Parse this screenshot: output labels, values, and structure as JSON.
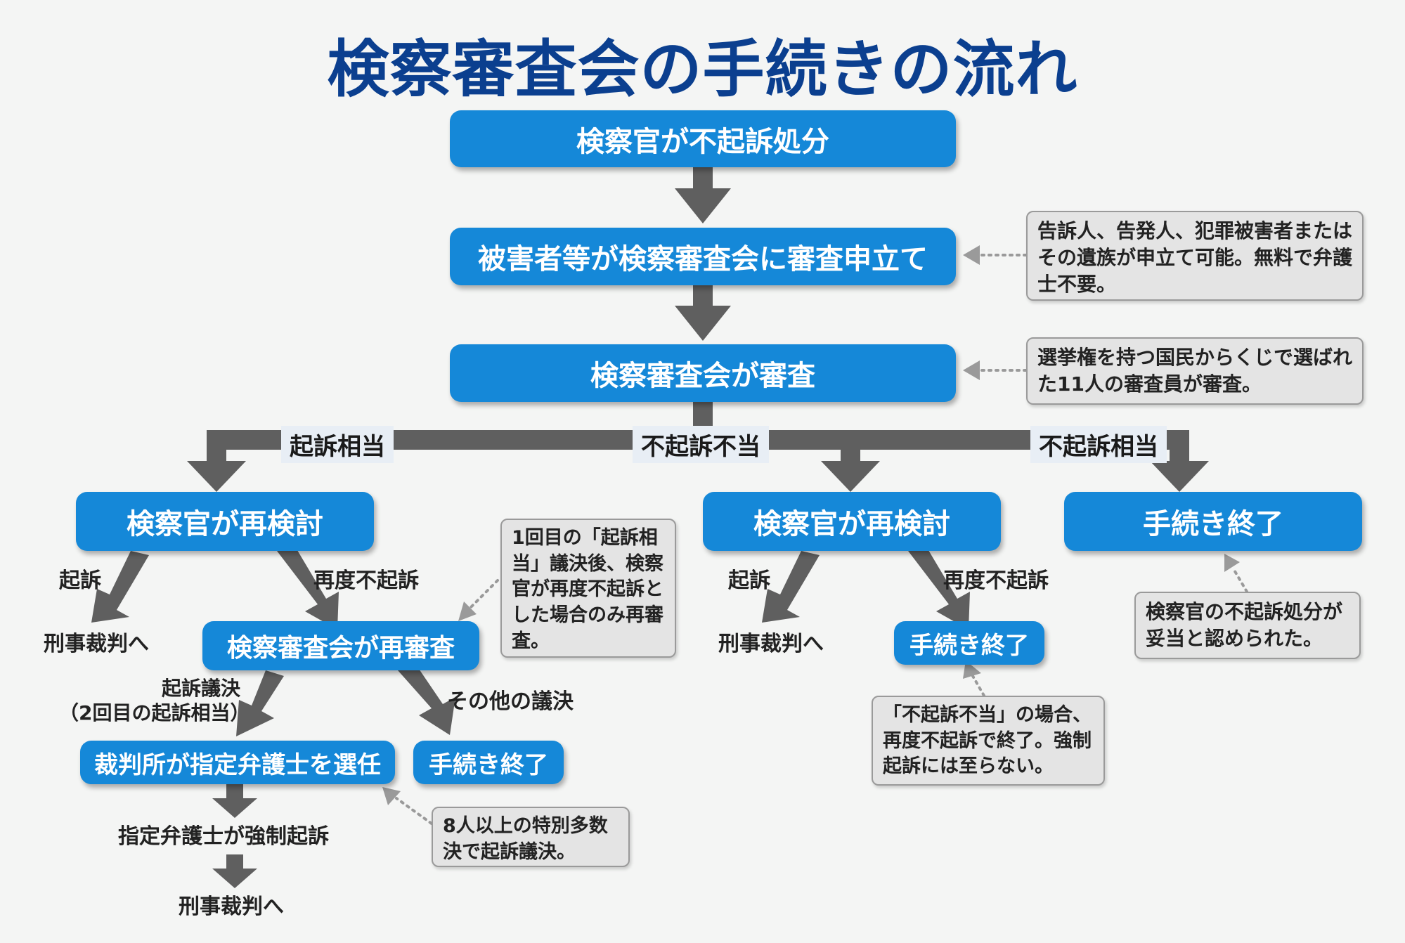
{
  "title": "検察審査会の手続きの流れ",
  "boxes": {
    "fukiso_shobun": "検察官が不起訴処分",
    "moshitate": "被害者等が検察審査会に審査申立て",
    "shinsa": "検察審査会が審査",
    "saikento_left": "検察官が再検討",
    "saikento_center": "検察官が再検討",
    "end_right": "手続き終了",
    "saishinsa": "検察審査会が再審査",
    "end_center": "手続き終了",
    "bengoshi_sennin": "裁判所が指定弁護士を選任",
    "end_left": "手続き終了"
  },
  "branches": {
    "kiso_soto": "起訴相当",
    "fukiso_futo": "不起訴不当",
    "fukiso_soto": "不起訴相当"
  },
  "labels": {
    "kiso_left": "起訴",
    "saido_left": "再度不起訴",
    "keiji_left": "刑事裁判へ",
    "kiso_center": "起訴",
    "saido_center": "再度不起訴",
    "keiji_center": "刑事裁判へ",
    "kiso_giketsu_line1": "起訴議決",
    "kiso_giketsu_line2": "（2回目の起訴相当）",
    "sonota_giketsu": "その他の議決",
    "kyosei_kiso": "指定弁護士が強制起訴",
    "keiji_bottom": "刑事裁判へ"
  },
  "notes": {
    "moshitate": "告訴人、告発人、犯罪被害者またはその遺族が申立て可能。無料で弁護士不要。",
    "shinsa": "選挙権を持つ国民からくじで選ばれた11人の審査員が審査。",
    "saishinsa": "1回目の「起訴相当」議決後、検察官が再度不起訴とした場合のみ再審査。",
    "fukiso_futo": "「不起訴不当」の場合、再度不起訴で終了。強制起訴には至らない。",
    "end_right": "検察官の不起訴処分が妥当と認められた。",
    "tokubetsu": "8人以上の特別多数決で起訴議決。"
  },
  "colors": {
    "title": "#0b3f8f",
    "box_fill": "#1588d8",
    "arrow": "#5f5f5f",
    "note_fill": "#e4e4e4"
  }
}
